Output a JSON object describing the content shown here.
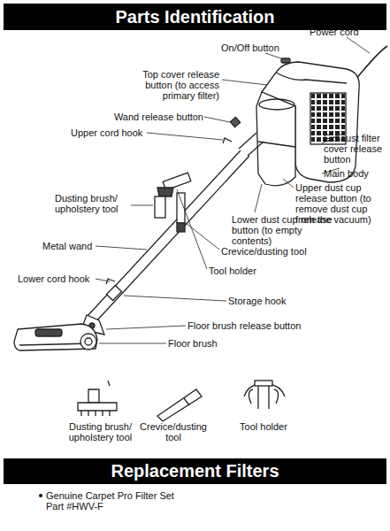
{
  "diagram": {
    "nodes": [
      {
        "text": [
          "Parts Identification"
        ]
      },
      {
        "text": [
          "Replacement Filters"
        ]
      }
    ],
    "labels": [
      "Power cord",
      "On/Off button",
      "Top cover release button (to access primary filter)",
      "Exhaust filter cover release button",
      "Main body",
      "Wand release button",
      "Upper cord hook",
      "Upper dust cup release button (to remove dust cup from the vacuum)",
      "Lower dust cup release button (to empty contents)",
      "Dusting brush/ upholstery tool",
      "Crevice/dusting tool",
      "Metal wand",
      "Tool holder",
      "Lower cord hook",
      "Storage hook",
      "Floor brush release button",
      "Floor brush",
      "Dusting brush/ upholstery tool",
      "Crevice/dusting tool",
      "Tool holder",
      "Genuine Carpet Pro Filter Set Part #HWV-F"
    ]
  }
}
